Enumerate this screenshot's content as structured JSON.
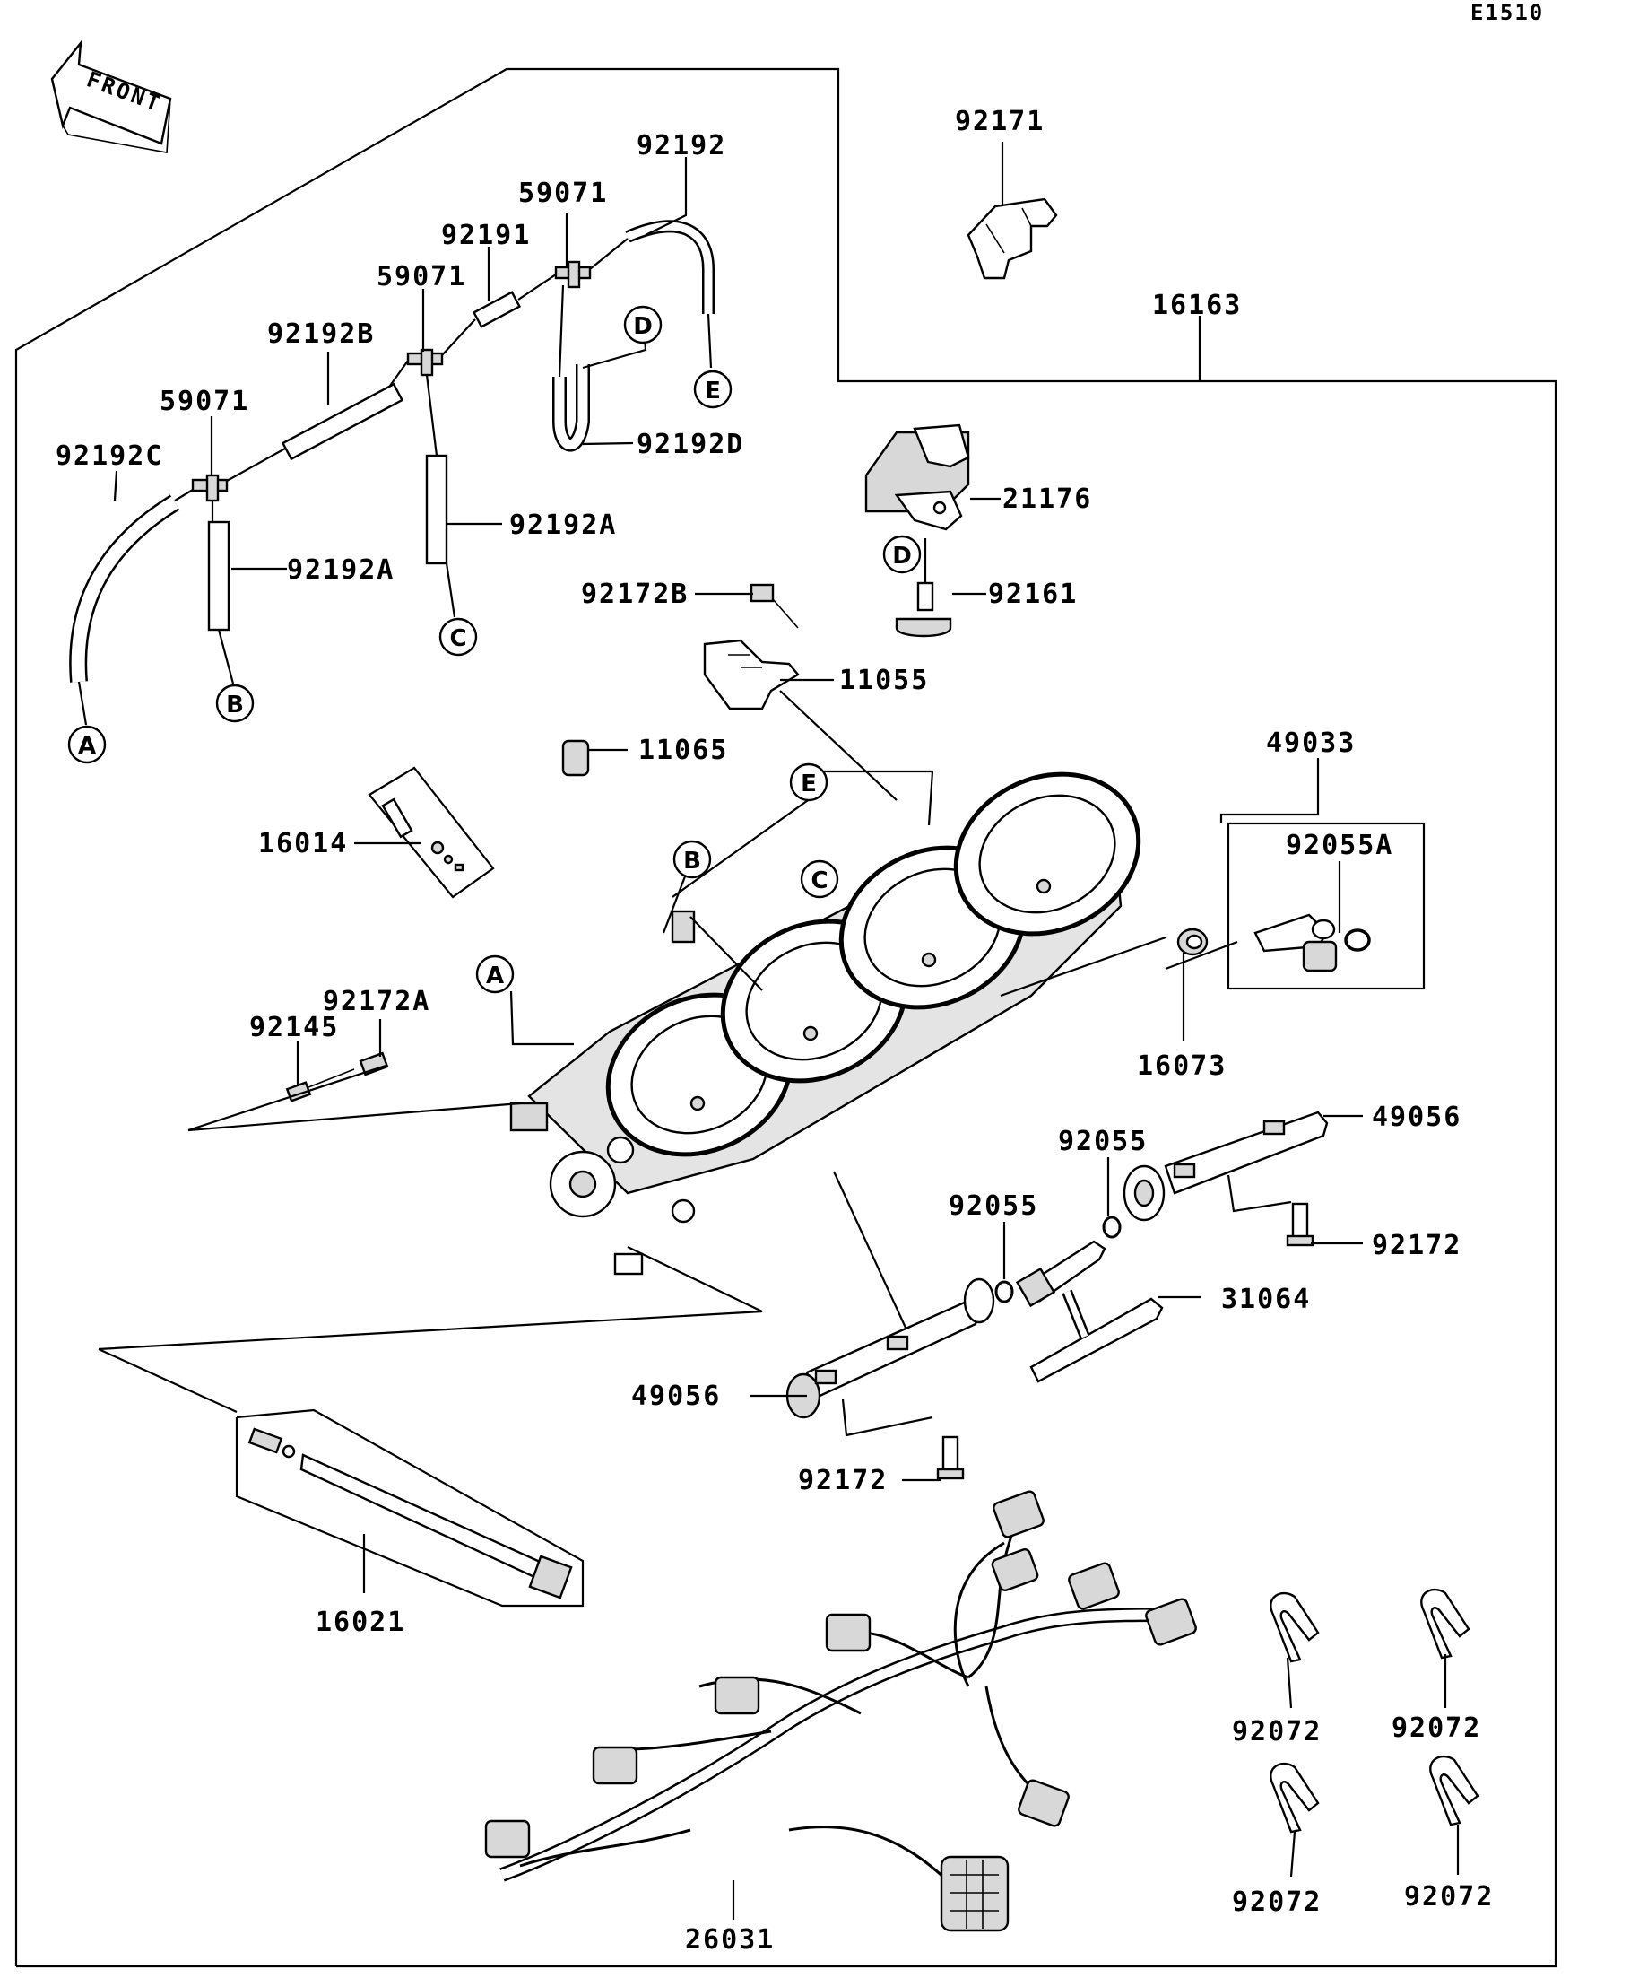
{
  "diagram_code": "E1510",
  "front_label": "FRONT",
  "part_labels": {
    "p92171": "92171",
    "p16163": "16163",
    "p92192": "92192",
    "p59071_top": "59071",
    "p92191": "92191",
    "p59071_mid": "59071",
    "p92192B": "92192B",
    "p59071_left": "59071",
    "p92192C": "92192C",
    "p92192D": "92192D",
    "p92192A_right": "92192A",
    "p92192A_left": "92192A",
    "p21176": "21176",
    "p92161": "92161",
    "p92172B": "92172B",
    "p11055": "11055",
    "p11065": "11065",
    "p16014": "16014",
    "p49033": "49033",
    "p92055A": "92055A",
    "p92172A": "92172A",
    "p92145": "92145",
    "p16073": "16073",
    "p49056_right": "49056",
    "p92055_upper": "92055",
    "p92055_lower": "92055",
    "p92172_right": "92172",
    "p31064": "31064",
    "p49056_left": "49056",
    "p92172_lower": "92172",
    "p16021": "16021",
    "p26031": "26031",
    "p92072_a": "92072",
    "p92072_b": "92072",
    "p92072_c": "92072",
    "p92072_d": "92072"
  },
  "ref_markers": {
    "E_hose": "E",
    "D_hose": "D",
    "C_hose": "C",
    "B_hose": "B",
    "A_hose": "A",
    "D_sensor": "D",
    "E_body": "E",
    "B_body": "B",
    "C_body": "C",
    "A_body": "A"
  }
}
